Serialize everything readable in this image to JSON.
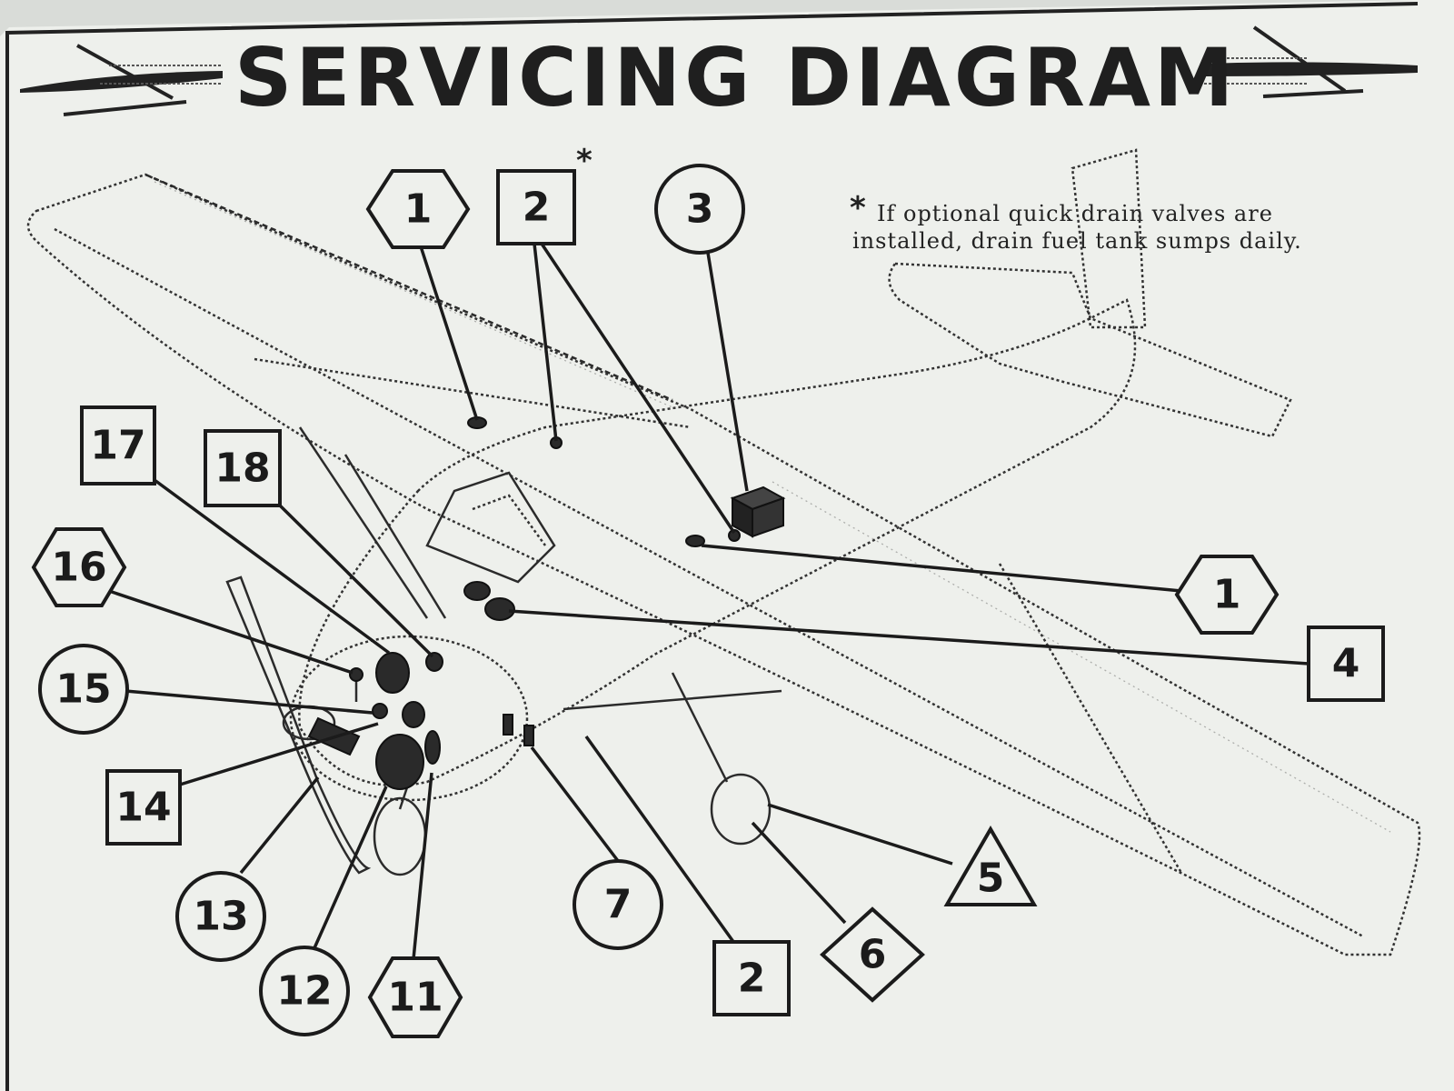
{
  "title": "SERVICING DIAGRAM",
  "note": {
    "symbol": "*",
    "line1": "If optional quick drain valves are",
    "line2": "installed, drain fuel tank sumps daily."
  },
  "callouts": [
    {
      "id": "c1-top",
      "number": "1",
      "shape": "hexagon"
    },
    {
      "id": "c2-top",
      "number": "2",
      "shape": "square",
      "asterisk": "*"
    },
    {
      "id": "c3",
      "number": "3",
      "shape": "circle"
    },
    {
      "id": "c1-right",
      "number": "1",
      "shape": "hexagon"
    },
    {
      "id": "c4",
      "number": "4",
      "shape": "square"
    },
    {
      "id": "c5",
      "number": "5",
      "shape": "triangle"
    },
    {
      "id": "c6",
      "number": "6",
      "shape": "diamond"
    },
    {
      "id": "c2-bottom",
      "number": "2",
      "shape": "square"
    },
    {
      "id": "c7",
      "number": "7",
      "shape": "circle"
    },
    {
      "id": "c11",
      "number": "11",
      "shape": "hexagon"
    },
    {
      "id": "c12",
      "number": "12",
      "shape": "circle"
    },
    {
      "id": "c13",
      "number": "13",
      "shape": "circle"
    },
    {
      "id": "c14",
      "number": "14",
      "shape": "square"
    },
    {
      "id": "c15",
      "number": "15",
      "shape": "circle"
    },
    {
      "id": "c16",
      "number": "16",
      "shape": "hexagon"
    },
    {
      "id": "c17",
      "number": "17",
      "shape": "square"
    },
    {
      "id": "c18",
      "number": "18",
      "shape": "square"
    }
  ],
  "colors": {
    "paper": "#eef0ec",
    "ink": "#1b1b1b"
  }
}
